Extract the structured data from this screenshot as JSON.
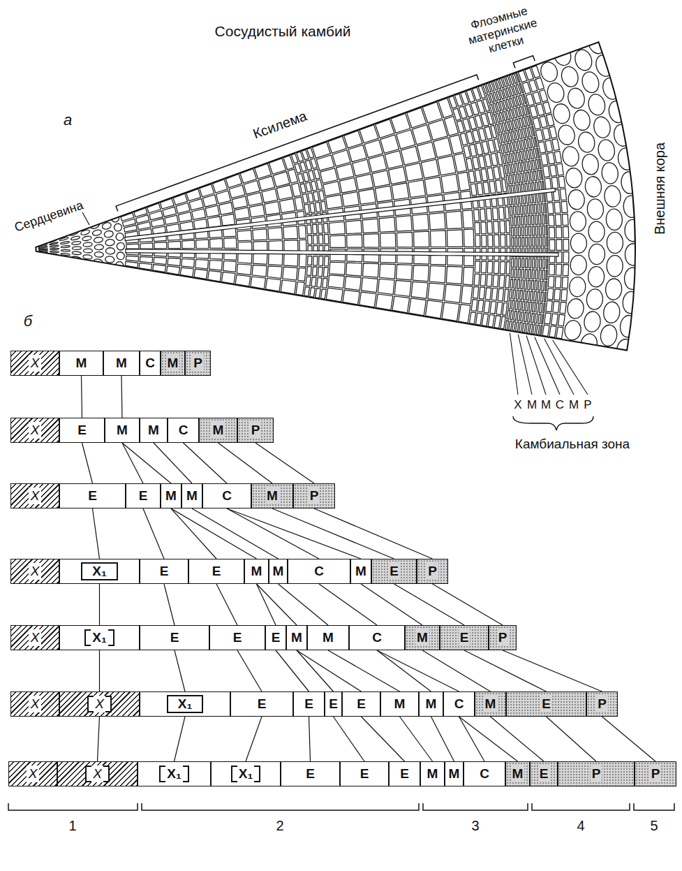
{
  "diagram": {
    "nodes": [
      {
        "text": [
          "X"
        ]
      },
      {
        "text": [
          "M"
        ]
      },
      {
        "text": [
          "M"
        ]
      },
      {
        "text": [
          "C"
        ]
      },
      {
        "text": [
          "M"
        ]
      },
      {
        "text": [
          "P"
        ]
      },
      {
        "text": [
          "X"
        ]
      },
      {
        "text": [
          "E"
        ]
      },
      {
        "text": [
          "M"
        ]
      },
      {
        "text": [
          "M"
        ]
      },
      {
        "text": [
          "C"
        ]
      },
      {
        "text": [
          "M"
        ]
      },
      {
        "text": [
          "P"
        ]
      },
      {
        "text": [
          "X"
        ]
      },
      {
        "text": [
          "E"
        ]
      },
      {
        "text": [
          "E"
        ]
      },
      {
        "text": [
          "M"
        ]
      },
      {
        "text": [
          "M"
        ]
      },
      {
        "text": [
          "C"
        ]
      },
      {
        "text": [
          "M"
        ]
      },
      {
        "text": [
          "P"
        ]
      },
      {
        "text": [
          "X"
        ]
      },
      {
        "text": [
          "X₁"
        ]
      },
      {
        "text": [
          "E"
        ]
      },
      {
        "text": [
          "E"
        ]
      },
      {
        "text": [
          "M"
        ]
      },
      {
        "text": [
          "M"
        ]
      },
      {
        "text": [
          "C"
        ]
      },
      {
        "text": [
          "M"
        ]
      },
      {
        "text": [
          "E"
        ]
      },
      {
        "text": [
          "P"
        ]
      },
      {
        "text": [
          "X"
        ]
      },
      {
        "text": [
          "X₁"
        ]
      },
      {
        "text": [
          "E"
        ]
      },
      {
        "text": [
          "E"
        ]
      },
      {
        "text": [
          "E"
        ]
      },
      {
        "text": [
          "M"
        ]
      },
      {
        "text": [
          "M"
        ]
      },
      {
        "text": [
          "C"
        ]
      },
      {
        "text": [
          "M"
        ]
      },
      {
        "text": [
          "E"
        ]
      },
      {
        "text": [
          "P"
        ]
      },
      {
        "text": [
          "X"
        ]
      },
      {
        "text": [
          "X"
        ]
      },
      {
        "text": [
          "X₁"
        ]
      },
      {
        "text": [
          "E"
        ]
      },
      {
        "text": [
          "E"
        ]
      },
      {
        "text": [
          "E"
        ]
      },
      {
        "text": [
          "E"
        ]
      },
      {
        "text": [
          "M"
        ]
      },
      {
        "text": [
          "M"
        ]
      },
      {
        "text": [
          "C"
        ]
      },
      {
        "text": [
          "M"
        ]
      },
      {
        "text": [
          "E"
        ]
      },
      {
        "text": [
          "P"
        ]
      },
      {
        "text": [
          "X"
        ]
      },
      {
        "text": [
          "X"
        ]
      },
      {
        "text": [
          "X₁"
        ]
      },
      {
        "text": [
          "X₁"
        ]
      },
      {
        "text": [
          "E"
        ]
      },
      {
        "text": [
          "E"
        ]
      },
      {
        "text": [
          "E"
        ]
      },
      {
        "text": [
          "M"
        ]
      },
      {
        "text": [
          "M"
        ]
      },
      {
        "text": [
          "C"
        ]
      },
      {
        "text": [
          "M"
        ]
      },
      {
        "text": [
          "E"
        ]
      },
      {
        "text": [
          "P"
        ]
      },
      {
        "text": [
          "P"
        ]
      }
    ],
    "edges": [
      {
        "from": 1,
        "to": 7,
        "arrow": "none"
      },
      {
        "from": 2,
        "to": 8,
        "arrow": "none"
      },
      {
        "from": 7,
        "to": 14,
        "arrow": "none"
      },
      {
        "from": 8,
        "to": 15,
        "arrow": "none"
      },
      {
        "from": 8,
        "to": 16,
        "arrow": "none"
      },
      {
        "from": 9,
        "to": 17,
        "arrow": "none"
      },
      {
        "from": 10,
        "to": 18,
        "arrow": "none"
      },
      {
        "from": 11,
        "to": 19,
        "arrow": "none"
      },
      {
        "from": 12,
        "to": 20,
        "arrow": "none"
      },
      {
        "from": 14,
        "to": 22,
        "arrow": "none"
      },
      {
        "from": 15,
        "to": 23,
        "arrow": "none"
      },
      {
        "from": 16,
        "to": 24,
        "arrow": "none"
      },
      {
        "from": 16,
        "to": 25,
        "arrow": "none"
      },
      {
        "from": 17,
        "to": 26,
        "arrow": "none"
      },
      {
        "from": 18,
        "to": 27,
        "arrow": "none"
      },
      {
        "from": 18,
        "to": 28,
        "arrow": "none"
      },
      {
        "from": 19,
        "to": 29,
        "arrow": "none"
      },
      {
        "from": 20,
        "to": 30,
        "arrow": "none"
      },
      {
        "from": 22,
        "to": 32,
        "arrow": "none"
      },
      {
        "from": 23,
        "to": 33,
        "arrow": "none"
      },
      {
        "from": 24,
        "to": 34,
        "arrow": "none"
      },
      {
        "from": 25,
        "to": 35,
        "arrow": "none"
      },
      {
        "from": 25,
        "to": 36,
        "arrow": "none"
      },
      {
        "from": 26,
        "to": 37,
        "arrow": "none"
      },
      {
        "from": 27,
        "to": 38,
        "arrow": "none"
      },
      {
        "from": 28,
        "to": 39,
        "arrow": "none"
      },
      {
        "from": 29,
        "to": 40,
        "arrow": "none"
      },
      {
        "from": 30,
        "to": 41,
        "arrow": "none"
      },
      {
        "from": 32,
        "to": 43,
        "arrow": "none"
      },
      {
        "from": 33,
        "to": 44,
        "arrow": "none"
      },
      {
        "from": 34,
        "to": 45,
        "arrow": "none"
      },
      {
        "from": 35,
        "to": 46,
        "arrow": "none"
      },
      {
        "from": 36,
        "to": 47,
        "arrow": "none"
      },
      {
        "from": 36,
        "to": 48,
        "arrow": "none"
      },
      {
        "from": 37,
        "to": 49,
        "arrow": "none"
      },
      {
        "from": 38,
        "to": 50,
        "arrow": "none"
      },
      {
        "from": 38,
        "to": 51,
        "arrow": "none"
      },
      {
        "from": 39,
        "to": 52,
        "arrow": "none"
      },
      {
        "from": 40,
        "to": 53,
        "arrow": "none"
      },
      {
        "from": 41,
        "to": 54,
        "arrow": "none"
      },
      {
        "from": 43,
        "to": 56,
        "arrow": "none"
      },
      {
        "from": 44,
        "to": 57,
        "arrow": "none"
      },
      {
        "from": 45,
        "to": 58,
        "arrow": "none"
      },
      {
        "from": 46,
        "to": 59,
        "arrow": "none"
      },
      {
        "from": 47,
        "to": 60,
        "arrow": "none"
      },
      {
        "from": 48,
        "to": 61,
        "arrow": "none"
      },
      {
        "from": 49,
        "to": 62,
        "arrow": "none"
      },
      {
        "from": 50,
        "to": 63,
        "arrow": "none"
      },
      {
        "from": 51,
        "to": 64,
        "arrow": "none"
      },
      {
        "from": 51,
        "to": 65,
        "arrow": "none"
      },
      {
        "from": 52,
        "to": 66,
        "arrow": "none"
      },
      {
        "from": 53,
        "to": 67,
        "arrow": "none"
      },
      {
        "from": 54,
        "to": 68,
        "arrow": "none"
      }
    ],
    "labels": [
      "Сосудистый камбий",
      "Флоэмные материнские клетки",
      "а",
      "Ксилема",
      "Сердцевина",
      "Внешняя кора",
      "X",
      "M",
      "M",
      "C",
      "M",
      "P",
      "Камбиальная зона",
      "б",
      "1",
      "2",
      "3",
      "4",
      "5"
    ]
  }
}
